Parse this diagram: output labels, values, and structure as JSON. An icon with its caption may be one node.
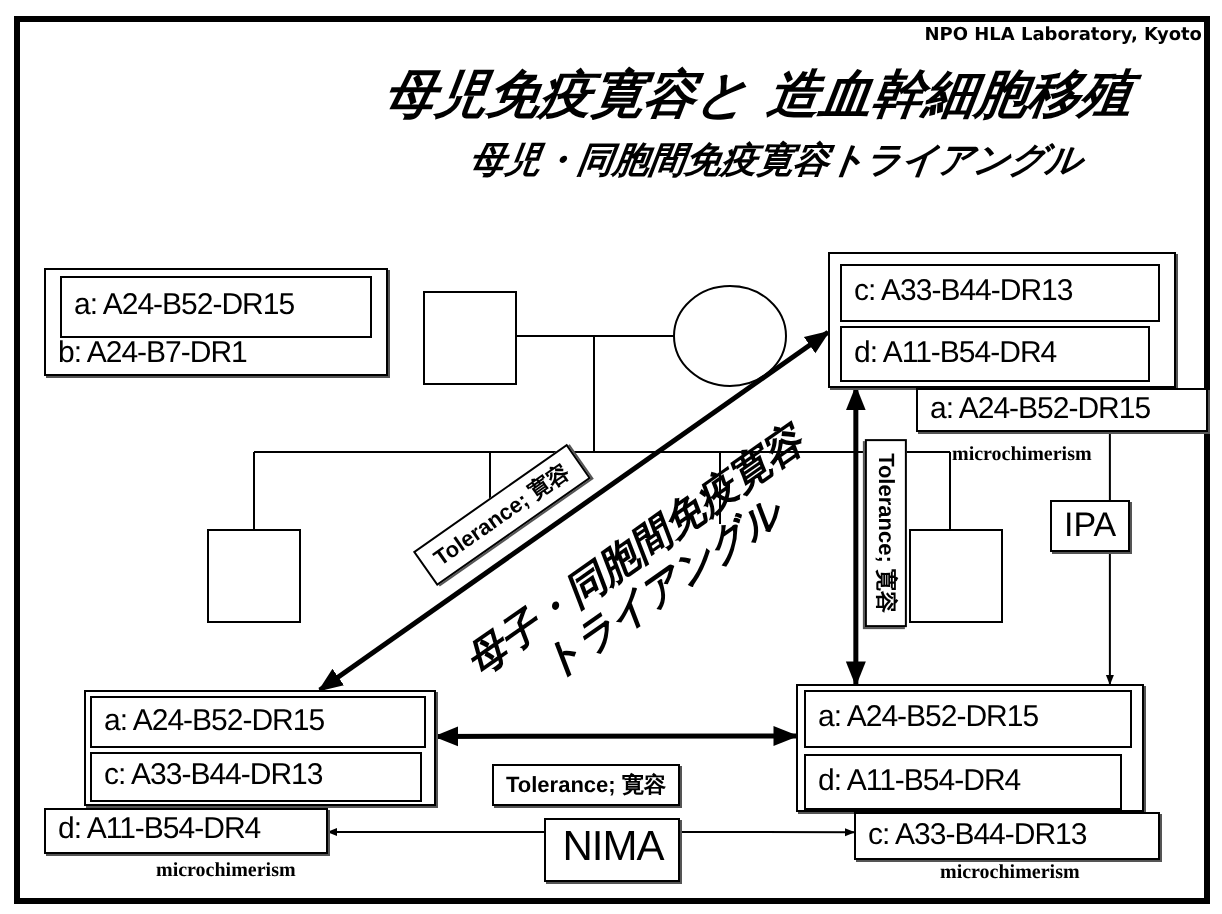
{
  "diagram": {
    "title": "母児免疫寛容と 造血幹細胞移殖",
    "nodes": [
      {
        "text": [
          "b: A24-B7-DR1"
        ]
      },
      {
        "text": [
          "a: A24-B52-DR15"
        ],
        "in": 0
      },
      {
        "text": [],
        "shape": "box"
      },
      {
        "text": [
          "c: A33-B44-DR13"
        ],
        "in": 2
      },
      {
        "text": [
          "d: A11-B54-DR4"
        ],
        "in": 2
      },
      {
        "text": [
          "a: A24-B52-DR15"
        ],
        "beside": [
          "microchimerism"
        ]
      },
      {
        "text": [],
        "shape": "box"
      },
      {
        "text": [
          "a: A24-B52-DR15"
        ],
        "in": 6
      },
      {
        "text": [
          "c: A33-B44-DR13"
        ],
        "in": 6
      },
      {
        "text": [
          "d: A11-B54-DR4"
        ],
        "beside": [
          "microchimerism"
        ]
      },
      {
        "text": [],
        "shape": "box"
      },
      {
        "text": [
          "a: A24-B52-DR15"
        ],
        "in": 10
      },
      {
        "text": [
          "d: A11-B54-DR4"
        ],
        "in": 10
      },
      {
        "text": [
          "c: A33-B44-DR13"
        ],
        "beside": [
          "microchimerism"
        ]
      },
      {
        "text": [
          "NIMA"
        ]
      }
    ],
    "edges": [
      {
        "from": 6,
        "to": 2,
        "arrow": "both",
        "label": "Tolerance; 寛容",
        "style": "thick"
      },
      {
        "from": 2,
        "to": 10,
        "arrow": "both",
        "label": "Tolerance; 寛容",
        "style": "thick"
      },
      {
        "from": 6,
        "to": 10,
        "arrow": "both",
        "label": "Tolerance; 寛容",
        "style": "thick"
      },
      {
        "from": 5,
        "to": 10,
        "arrow": "to",
        "label": "IPA"
      },
      {
        "from": 14,
        "to": 9,
        "arrow": "to"
      },
      {
        "from": 14,
        "to": 13,
        "arrow": "to"
      }
    ],
    "labels": [
      "NPO HLA Laboratory, Kyoto",
      "母児・同胞間免疫寛容トライアングル",
      "母子・同胞間免疫寛容トライアングル"
    ]
  }
}
